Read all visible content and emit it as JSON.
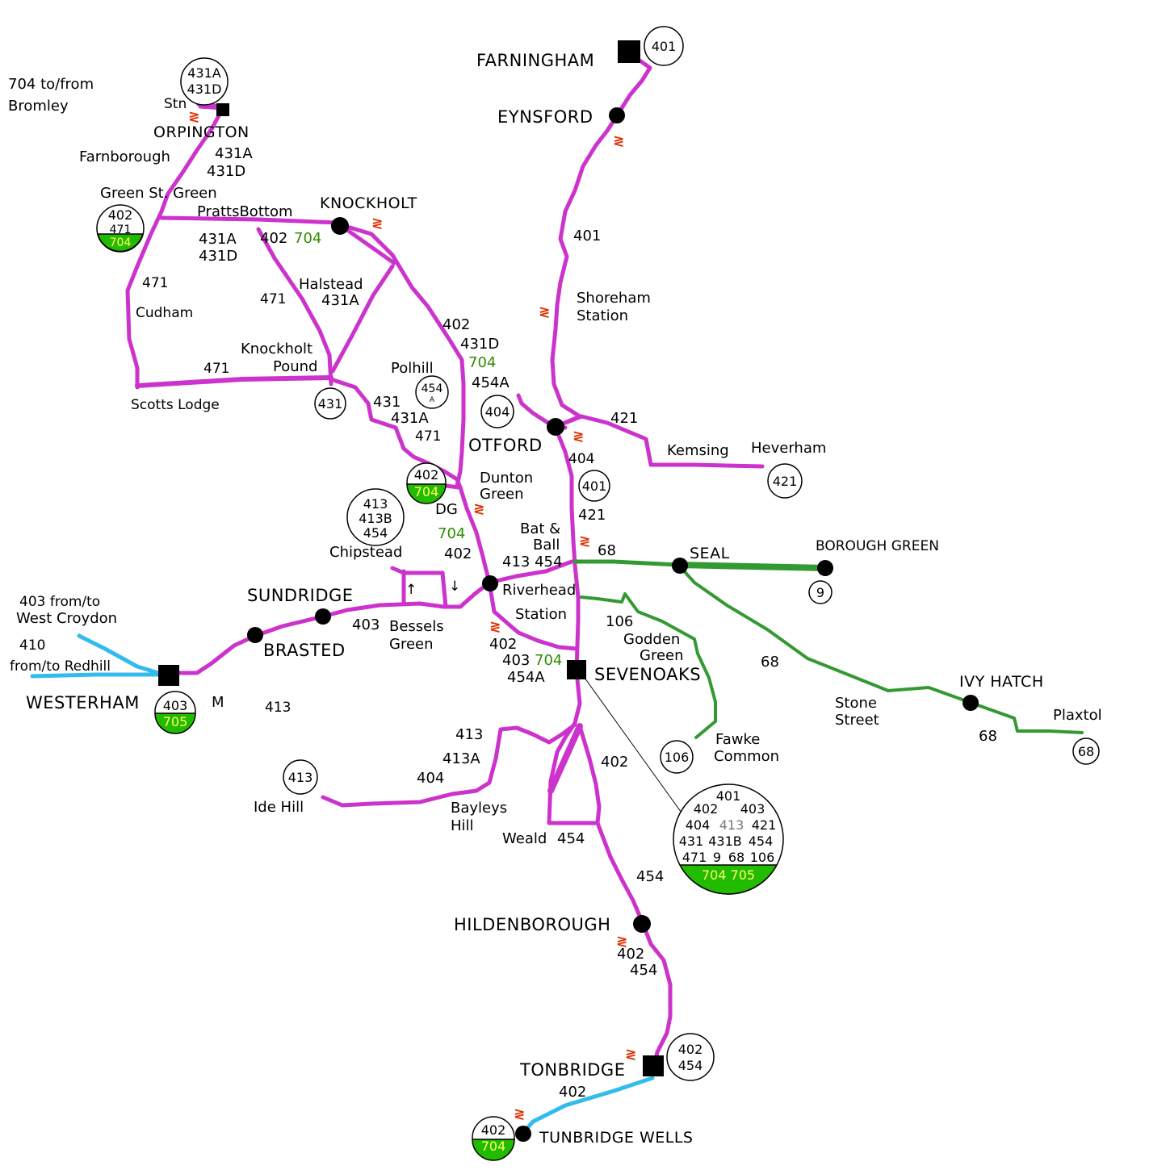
{
  "colors": {
    "london_country_route": "#cc33cc",
    "maidstone_district_route": "#339933",
    "other_route": "#33bbee",
    "green_line_band": "#22bb00",
    "rail_symbol": "#e03000"
  },
  "rail_symbol": "≷",
  "towns": {
    "farningham": "FARNINGHAM",
    "eynsford": "EYNSFORD",
    "orpington": "ORPINGTON",
    "knockholt": "KNOCKHOLT",
    "otford": "OTFORD",
    "seal": "SEAL",
    "borough_green": "BOROUGH GREEN",
    "sundridge": "SUNDRIDGE",
    "brasted": "BRASTED",
    "westerham": "WESTERHAM",
    "sevenoaks": "SEVENOAKS",
    "ivy_hatch": "IVY HATCH",
    "hildenborough": "HILDENBOROUGH",
    "tonbridge": "TONBRIDGE",
    "tunbridge_wells": "TUNBRIDGE WELLS"
  },
  "places": {
    "to_bromley_1": "704 to/from",
    "to_bromley_2": "Bromley",
    "stn": "Stn",
    "farnborough": "Farnborough",
    "green_st_green": "Green St. Green",
    "pratts_bottom": "PrattsBottom",
    "halstead": "Halstead",
    "cudham": "Cudham",
    "knockholt_pound_1": "Knockholt",
    "knockholt_pound_2": "Pound",
    "scotts_lodge": "Scotts Lodge",
    "polhill": "Polhill",
    "shoreham_1": "Shoreham",
    "shoreham_2": "Station",
    "kemsing": "Kemsing",
    "heverham": "Heverham",
    "dunton_1": "Dunton",
    "dunton_2": "Green",
    "dg": "DG",
    "chipstead": "Chipstead",
    "bat_1": "Bat &",
    "bat_2": "Ball",
    "riverhead": "Riverhead",
    "station": "Station",
    "bessels_1": "Bessels",
    "bessels_2": "Green",
    "west_croydon_1": "403 from/to",
    "west_croydon_2": "West Croydon",
    "redhill_1": "410",
    "redhill_2": "from/to Redhill",
    "m": "M",
    "godden_1": "Godden",
    "godden_2": "Green",
    "stone_1": "Stone",
    "stone_2": "Street",
    "plaxtol": "Plaxtol",
    "fawke_1": "Fawke",
    "fawke_2": "Common",
    "ide_hill": "Ide Hill",
    "bayleys_1": "Bayleys",
    "bayleys_2": "Hill",
    "weald": "Weald"
  },
  "route_labels": {
    "r431a_a": "431A",
    "r431d_a": "431D",
    "r431a_b": "431A",
    "r431d_b": "431D",
    "r402_pb": "402",
    "r704_pb": "704",
    "r471_a": "471",
    "r471_b": "471",
    "r471_c": "471",
    "r431a_hal": "431A",
    "r401_a": "401",
    "r402_p": "402",
    "r431d_p": "431D",
    "r704_p": "704",
    "r454a_p": "454A",
    "r431_o": "431",
    "r431a_o": "431A",
    "r471_o": "471",
    "r421_k": "421",
    "r404_o": "404",
    "r421_o": "421",
    "r68_a": "68",
    "r704_dg": "704",
    "r402_dg": "402",
    "r413_454": "413 454",
    "r403_b": "403",
    "r106": "106",
    "r402_s": "402",
    "r403_s": "403",
    "r704_s": "704",
    "r454a_s": "454A",
    "r68_b": "68",
    "r68_c": "68",
    "r413_w": "413",
    "r413_i": "413",
    "r413a_i": "413A",
    "r404_i": "404",
    "r402_w": "402",
    "r454_w": "454",
    "r454_h": "454",
    "r402_h": "402",
    "r454_h2": "454",
    "r402_t": "402"
  },
  "discs": {
    "farningham": [
      "401"
    ],
    "orpington": [
      "431A",
      "431D"
    ],
    "green_st_green": [
      "402",
      "471"
    ],
    "green_st_green_green": "704",
    "polhill": [
      "454",
      "A"
    ],
    "knockholt_pound": [
      "431"
    ],
    "otford": [
      "404"
    ],
    "heverham": [
      "421"
    ],
    "otford_b": [
      "401"
    ],
    "dunton_green": [
      "402"
    ],
    "dunton_green_green": "704",
    "chipstead": [
      "413",
      "413B",
      "454"
    ],
    "borough_green": [
      "9"
    ],
    "westerham": [
      "403"
    ],
    "westerham_green": "705",
    "fawke_common": [
      "106"
    ],
    "plaxtol": [
      "68"
    ],
    "ide_hill": [
      "413"
    ],
    "tonbridge": [
      "402",
      "454"
    ],
    "tunbridge_wells": [
      "402"
    ],
    "tunbridge_wells_green": "704",
    "sevenoaks": [
      "401",
      "402",
      "403",
      "404",
      "413",
      "421",
      "431",
      "431B",
      "454",
      "471",
      "9",
      "68",
      "106"
    ],
    "sevenoaks_green": "704 705"
  }
}
